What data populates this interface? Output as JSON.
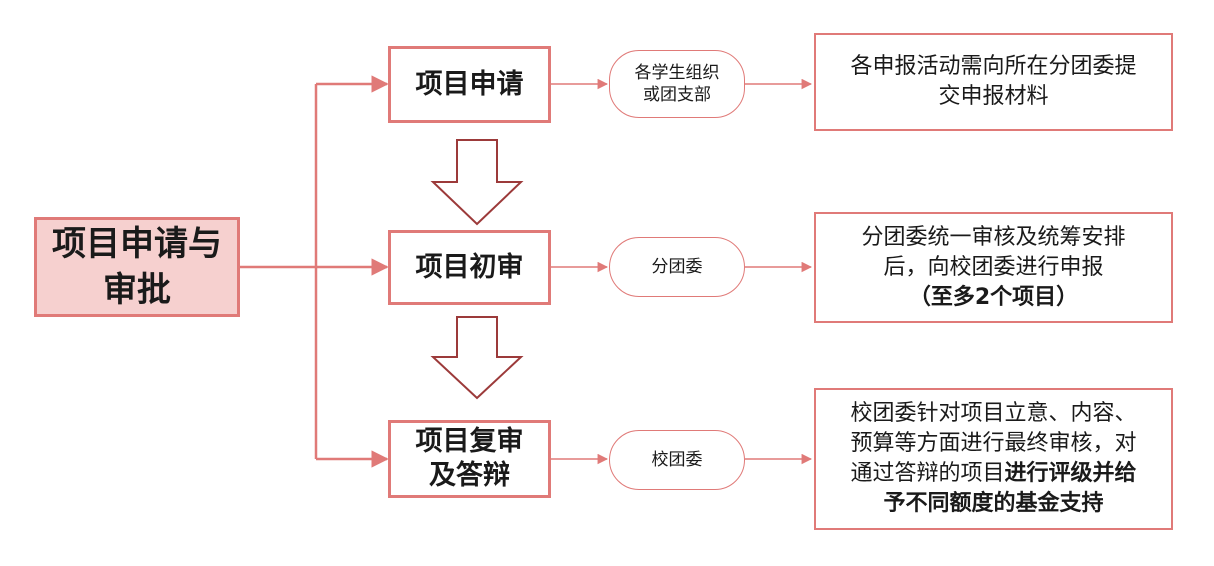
{
  "root": {
    "line1": "项目申请与",
    "line2": "审批"
  },
  "steps": [
    {
      "lines": [
        "项目申请"
      ],
      "actor": [
        "各学生组织",
        "或团支部"
      ],
      "desc": [
        {
          "text": "各申报活动需向所在分团委提"
        },
        {
          "text": "交申报材料"
        }
      ]
    },
    {
      "lines": [
        "项目初审"
      ],
      "actor": [
        "分团委"
      ],
      "desc": [
        {
          "text": "分团委统一审核及统筹安排"
        },
        {
          "text": "后，向校团委进行申报"
        },
        {
          "text": "（至多2个项目）",
          "bold": true
        }
      ]
    },
    {
      "lines": [
        "项目复审",
        "及答辩"
      ],
      "actor": [
        "校团委"
      ],
      "desc": [
        {
          "text": "校团委针对项目立意、内容、"
        },
        {
          "text": "预算等方面进行最终审核，对"
        },
        {
          "text": "通过答辩的项目",
          "bold_tail": "进行评级并给"
        },
        {
          "text": "予不同额度的基金支持",
          "bold": true
        }
      ]
    }
  ],
  "colors": {
    "line": "#e07a78",
    "root_fill": "#f6d0cf",
    "flow_arrow": "#9c3a3a"
  }
}
